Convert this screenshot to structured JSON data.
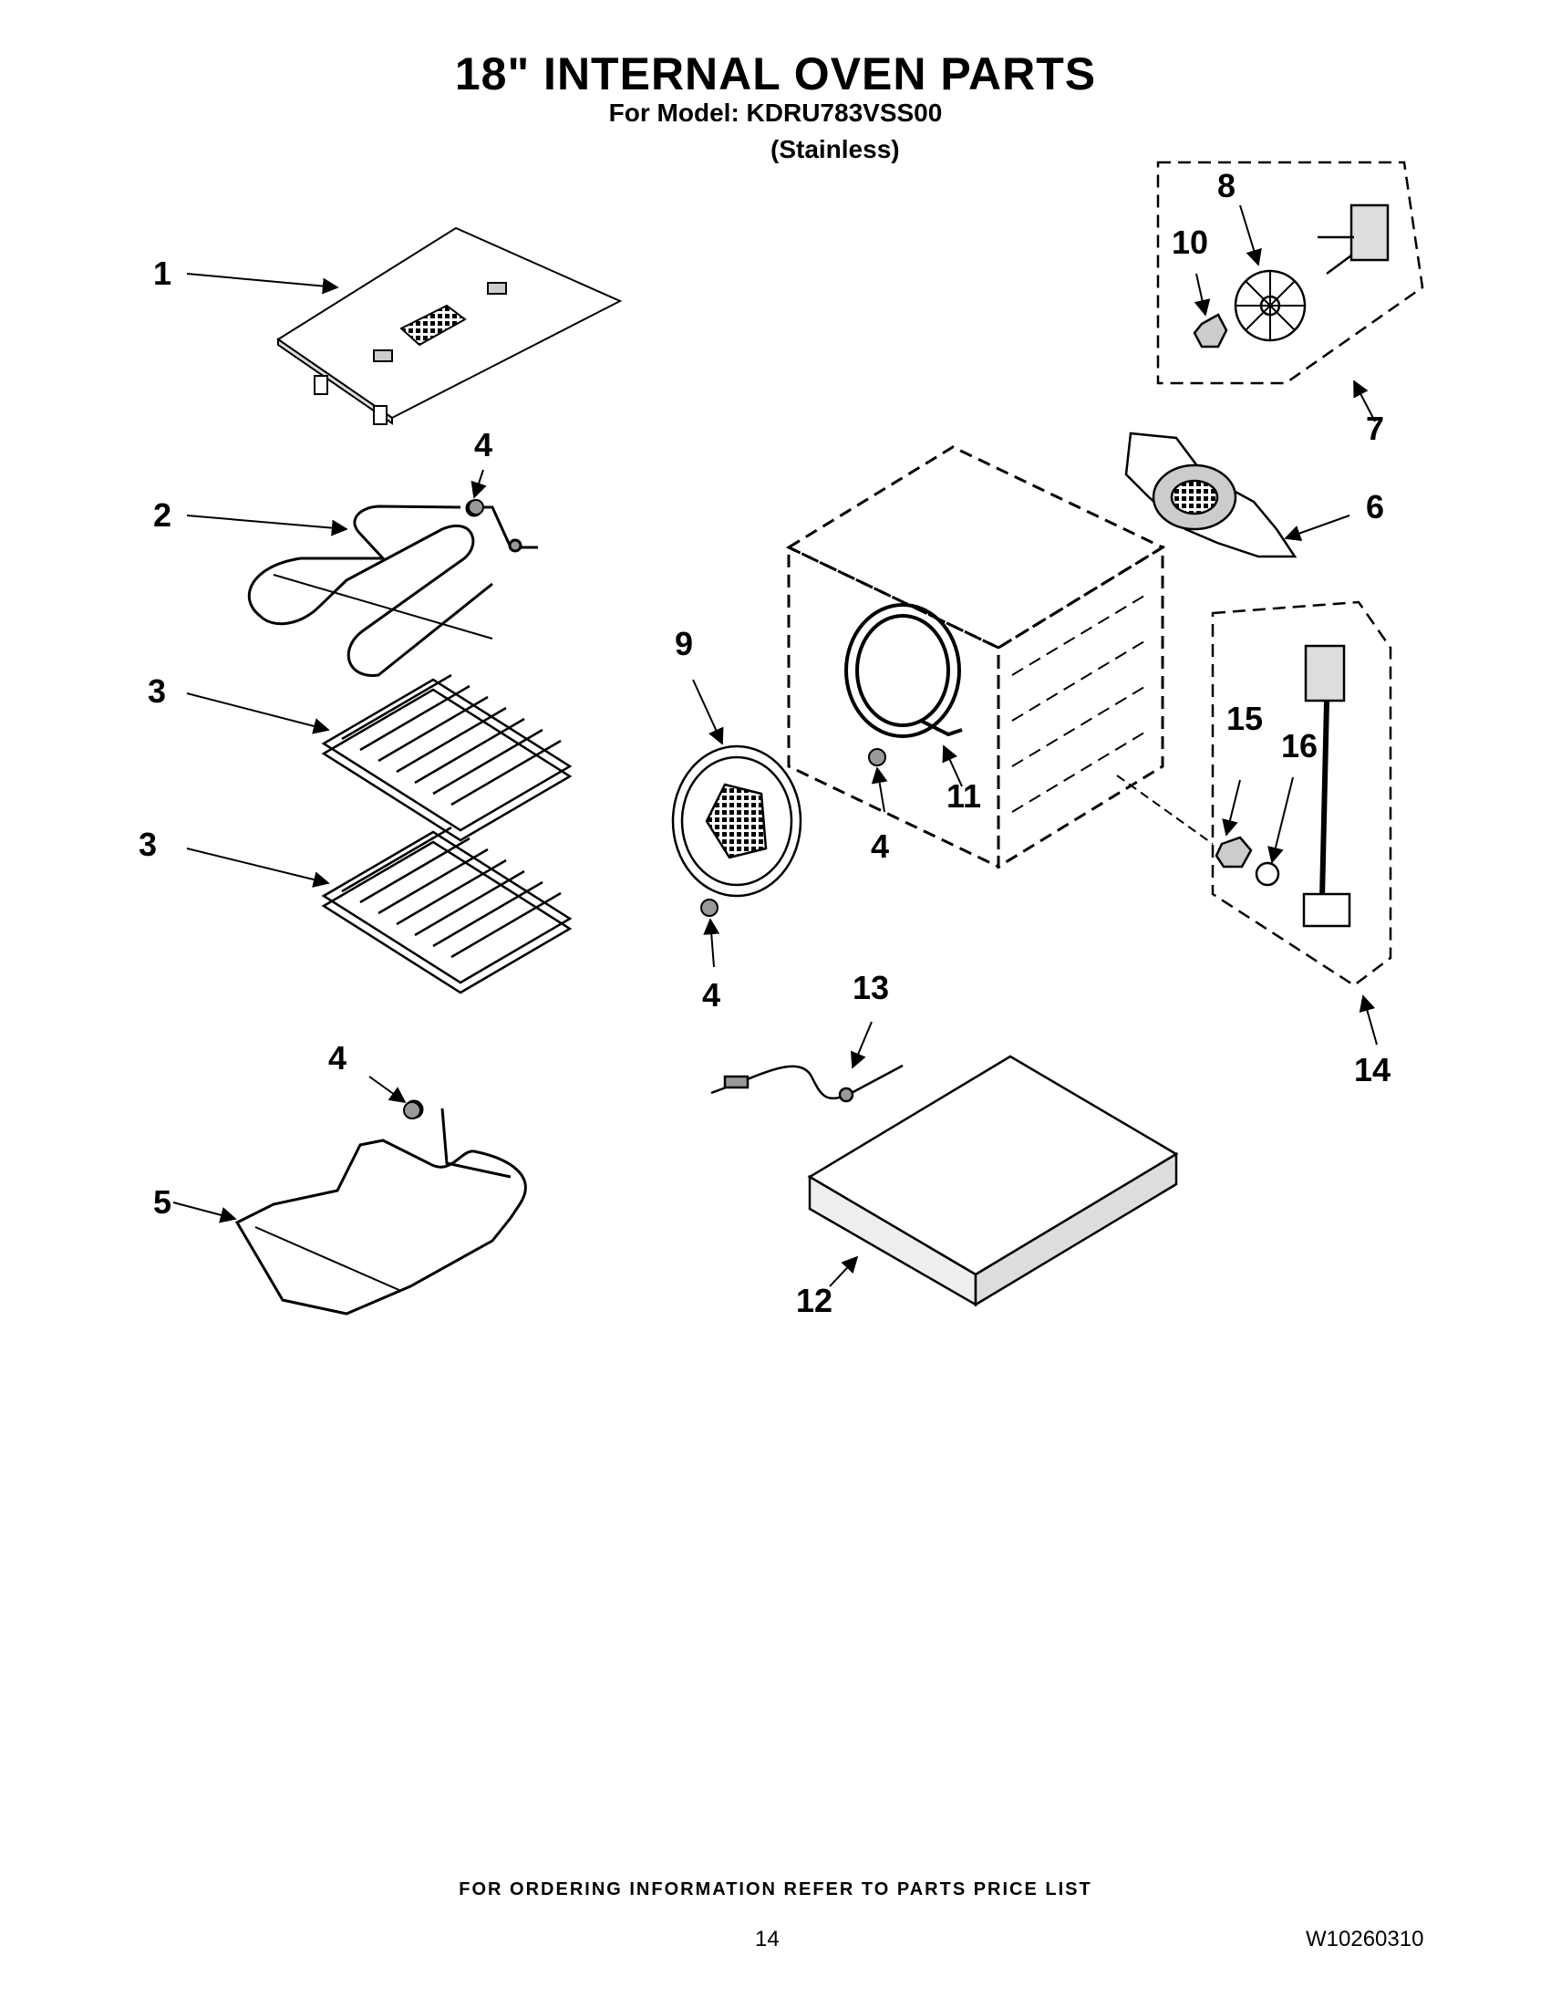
{
  "header": {
    "title": "18\" INTERNAL OVEN PARTS",
    "model_line": "For Model: KDRU783VSS00",
    "finish": "(Stainless)"
  },
  "callouts": {
    "c1": "1",
    "c2": "2",
    "c3a": "3",
    "c3b": "3",
    "c4a": "4",
    "c4b": "4",
    "c4c": "4",
    "c4d": "4",
    "c5": "5",
    "c6": "6",
    "c7": "7",
    "c8": "8",
    "c9": "9",
    "c10": "10",
    "c11": "11",
    "c12": "12",
    "c13": "13",
    "c14": "14",
    "c15": "15",
    "c16": "16"
  },
  "footer": {
    "ordering_note": "FOR ORDERING INFORMATION REFER TO PARTS PRICE LIST",
    "page_number": "14",
    "document_number": "W10260310"
  }
}
